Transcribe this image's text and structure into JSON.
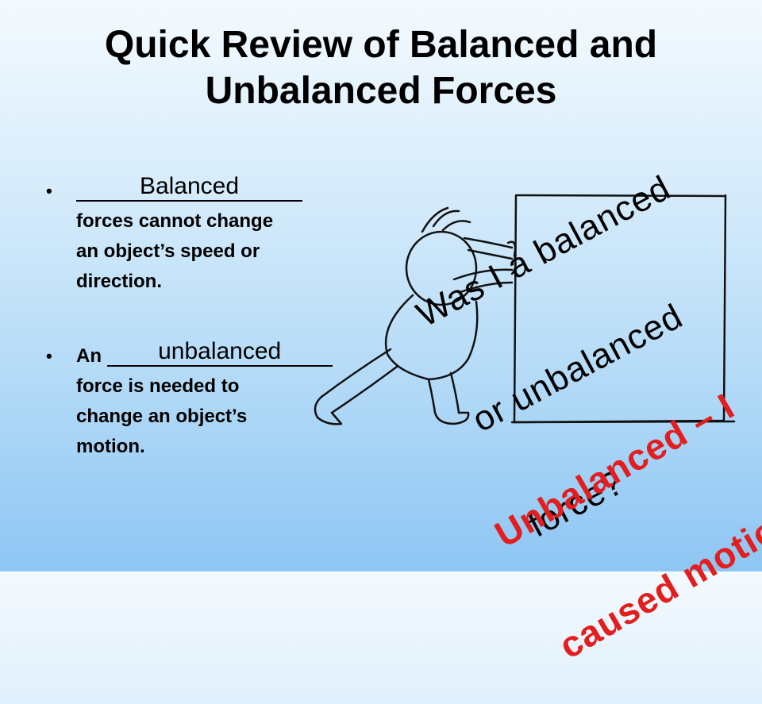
{
  "slide": {
    "title_line1": "Quick Review of Balanced and",
    "title_line2": "Unbalanced Forces"
  },
  "bullets": [
    {
      "marker": "•",
      "fill": "Balanced",
      "text_line1": "forces cannot change",
      "text_line2": "an object’s speed or",
      "text_line3": "direction."
    },
    {
      "marker": "•",
      "prefix": "An",
      "fill": "unbalanced",
      "text_line1": "force is needed to",
      "text_line2": "change an object’s",
      "text_line3": "motion."
    }
  ],
  "question": {
    "line1": "Was I a balanced",
    "line2": "or unbalanced",
    "line3": "force?"
  },
  "answer": {
    "line1": "Unbalanced – I",
    "line2": "caused motion!",
    "color": "#e31e1e"
  },
  "illustration": "stick-figure-pushing-box"
}
